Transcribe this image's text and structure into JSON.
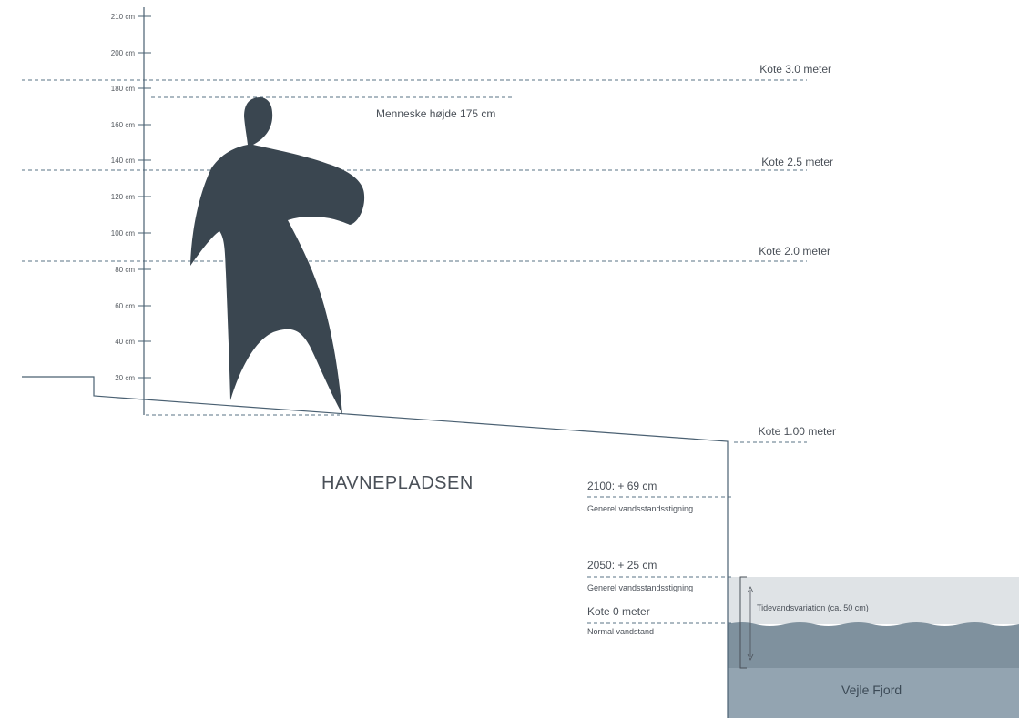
{
  "scale": {
    "ticks": [
      "210 cm",
      "200 cm",
      "180 cm",
      "160 cm",
      "140 cm",
      "120 cm",
      "100 cm",
      "80 cm",
      "60 cm",
      "40 cm",
      "20 cm"
    ]
  },
  "levels": {
    "kote_30": "Kote 3.0 meter",
    "kote_25": "Kote 2.5 meter",
    "kote_20": "Kote 2.0 meter",
    "kote_100": "Kote 1.00 meter",
    "kote_0": "Kote 0 meter"
  },
  "human": {
    "label": "Menneske højde 175 cm"
  },
  "area": {
    "label": "HAVNEPLADSEN"
  },
  "scenarios": [
    {
      "title": "2100: + 69 cm",
      "subtitle": "Generel vandsstandsstigning"
    },
    {
      "title": "2050: + 25 cm",
      "subtitle": "Generel vandsstandsstigning"
    }
  ],
  "normal": {
    "subtitle": "Normal vandstand"
  },
  "tide": {
    "label": "Tidevandsvariation (ca. 50 cm)"
  },
  "fjord": {
    "label": "Vejle Fjord"
  },
  "colors": {
    "figure": "#3a4650",
    "line": "#4a6072",
    "water_light": "#dfe3e6",
    "water_mid": "#7f919e",
    "water_deep": "#93a4b1"
  }
}
